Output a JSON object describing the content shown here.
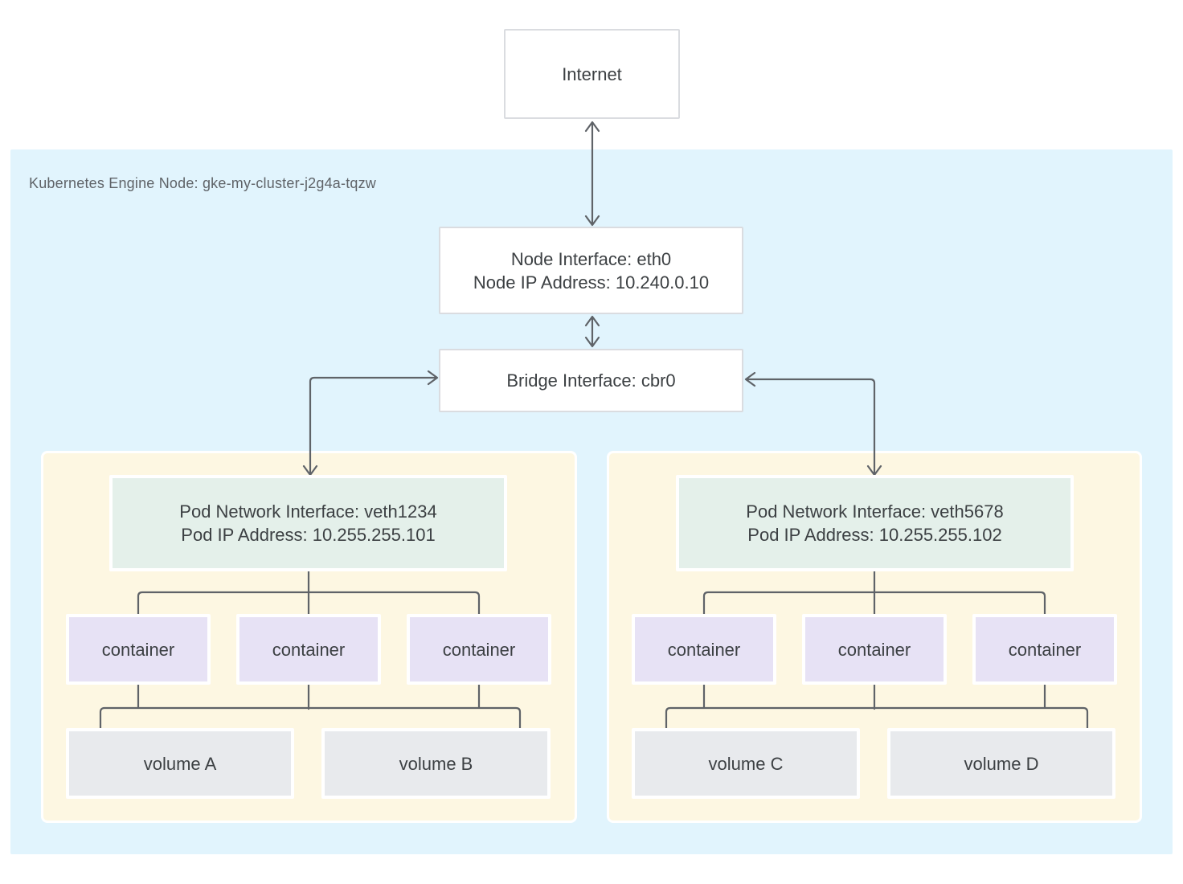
{
  "internet": {
    "label": "Internet"
  },
  "node": {
    "label": "Kubernetes Engine Node: gke-my-cluster-j2g4a-tqzw",
    "interface_line1": "Node Interface: eth0",
    "interface_line2": "Node IP Address: 10.240.0.10"
  },
  "bridge": {
    "label": "Bridge Interface: cbr0"
  },
  "pods": [
    {
      "interface_line1": "Pod Network Interface: veth1234",
      "interface_line2": "Pod IP Address: 10.255.255.101",
      "containers": [
        "container",
        "container",
        "container"
      ],
      "volumes": [
        "volume A",
        "volume B"
      ]
    },
    {
      "interface_line1": "Pod Network Interface: veth5678",
      "interface_line2": "Pod IP Address: 10.255.255.102",
      "containers": [
        "container",
        "container",
        "container"
      ],
      "volumes": [
        "volume C",
        "volume D"
      ]
    }
  ],
  "colors": {
    "node_region_bg": "#E1F4FD",
    "pod_bg": "#FDF7E2",
    "pod_interface_bg": "#E4F0EA",
    "container_bg": "#E7E2F5",
    "volume_bg": "#E8EAED",
    "white_box_border": "#DADCE0",
    "connector_line": "#5F6368",
    "text": "#3C4043",
    "region_label_text": "#5F6368"
  }
}
